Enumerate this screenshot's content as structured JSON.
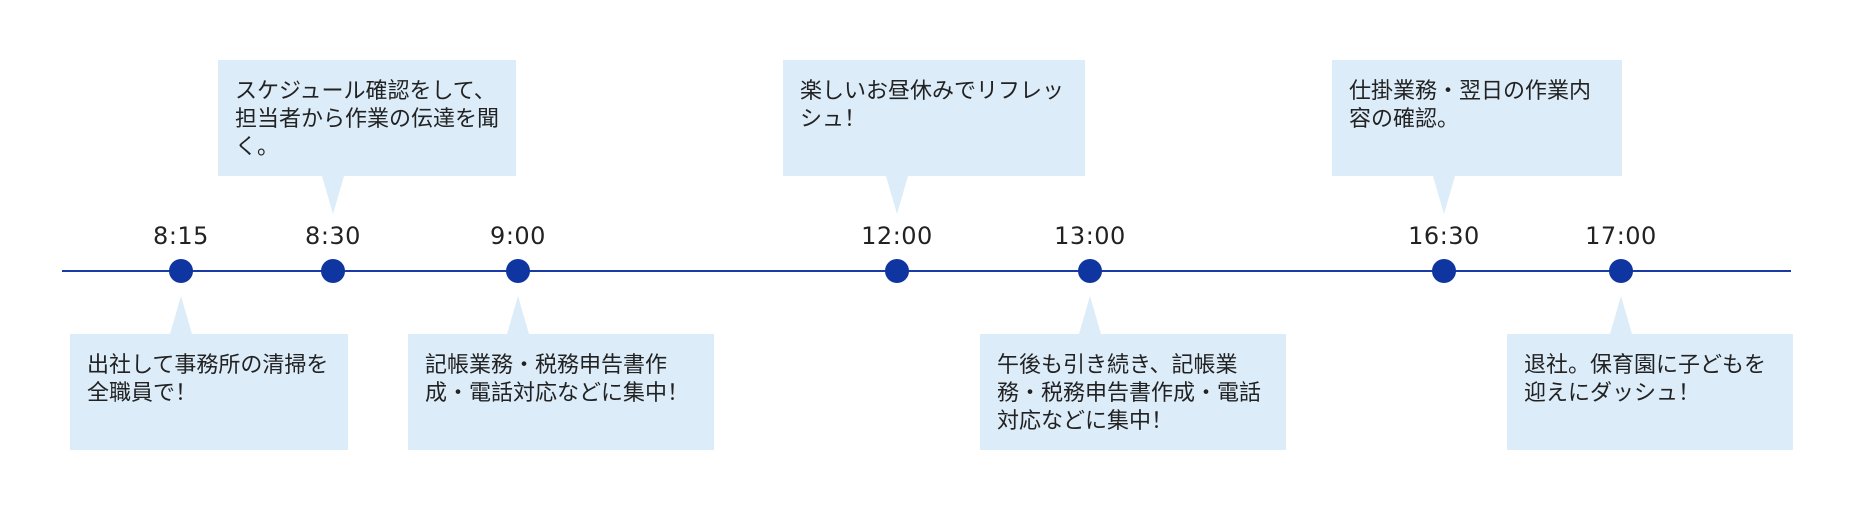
{
  "timeline": {
    "line_color": "#1a3aa6",
    "dot_color": "#0f35a1",
    "callout_color": "#dcecf9",
    "events": [
      {
        "time": "8:15",
        "position": "below",
        "text": "出社して事務所の清掃を全職員で！"
      },
      {
        "time": "8:30",
        "position": "above",
        "text": "スケジュール確認をして、担当者から作業の伝達を聞く。"
      },
      {
        "time": "9:00",
        "position": "below",
        "text": "記帳業務・税務申告書作成・電話対応などに集中！"
      },
      {
        "time": "12:00",
        "position": "above",
        "text": "楽しいお昼休みでリフレッシュ！"
      },
      {
        "time": "13:00",
        "position": "below",
        "text": "午後も引き続き、記帳業務・税務申告書作成・電話対応などに集中！"
      },
      {
        "time": "16:30",
        "position": "above",
        "text": "仕掛業務・翌日の作業内容の確認。"
      },
      {
        "time": "17:00",
        "position": "below",
        "text": "退社。保育園に子どもを迎えにダッシュ！"
      }
    ]
  }
}
